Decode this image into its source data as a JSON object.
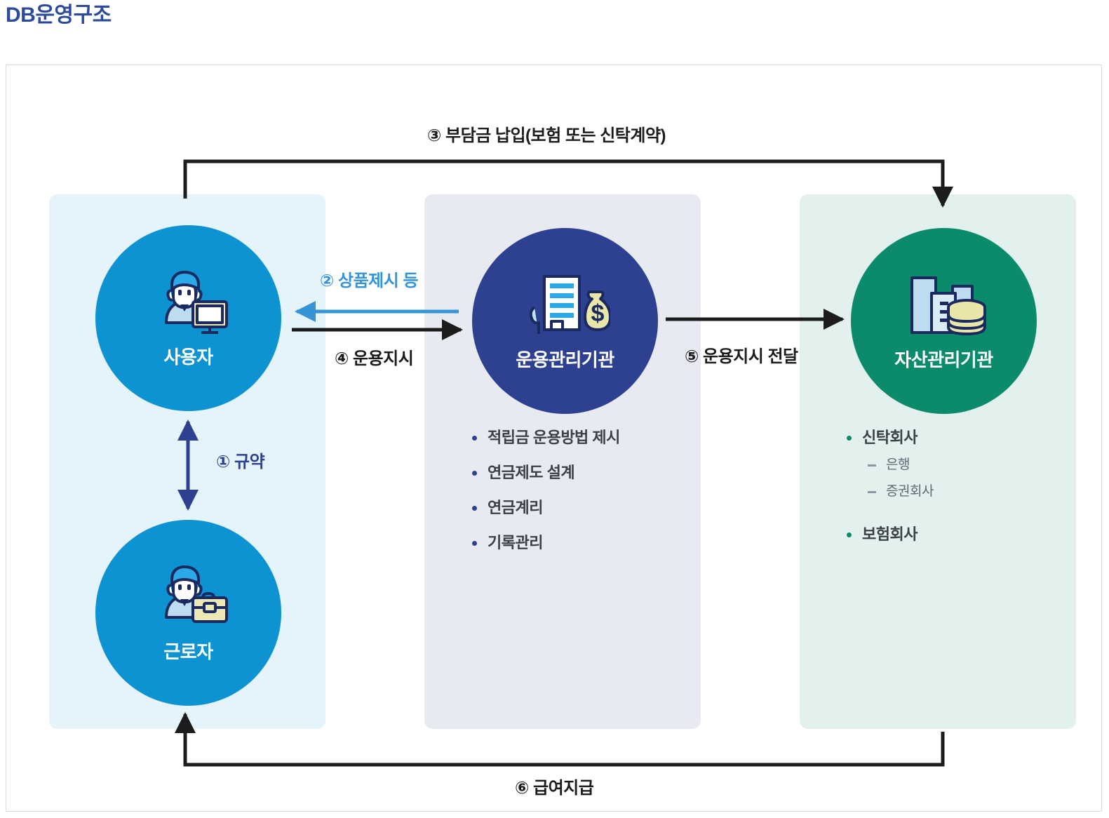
{
  "page": {
    "title": "DB운영구조"
  },
  "columns": [
    {
      "id": "employer",
      "panel_color": "#e5f3fa",
      "nodes": [
        {
          "name": "사용자",
          "icon": "person-monitor-icon",
          "color": "#0d93d2"
        },
        {
          "name": "근로자",
          "icon": "person-briefcase-icon",
          "color": "#0d93d2"
        }
      ],
      "items": []
    },
    {
      "id": "operator",
      "panel_color": "#e8eaf2",
      "nodes": [
        {
          "name": "운용관리기관",
          "icon": "building-moneybag-icon",
          "color": "#2e4191"
        }
      ],
      "items": [
        {
          "label": "적립금 운용방법 제시",
          "children": []
        },
        {
          "label": "연금제도 설계",
          "children": []
        },
        {
          "label": "연금계리",
          "children": []
        },
        {
          "label": "기록관리",
          "children": []
        }
      ]
    },
    {
      "id": "asset",
      "panel_color": "#e2f1ed",
      "nodes": [
        {
          "name": "자산관리기관",
          "icon": "buildings-coins-icon",
          "color": "#0b8a6c"
        }
      ],
      "items": [
        {
          "label": "신탁회사",
          "children": [
            "은행",
            "증권회사"
          ]
        },
        {
          "label": "보험회사",
          "children": []
        }
      ]
    }
  ],
  "flows": [
    {
      "step": "③",
      "label": "③ 부담금 납입(보험 또는 신탁계약)",
      "from": "사용자",
      "to": "자산관리기관",
      "color": "#1c1c1c",
      "direction": "one-way"
    },
    {
      "step": "②",
      "label": "② 상품제시 등",
      "from": "운용관리기관",
      "to": "사용자",
      "color": "#3494d6",
      "direction": "one-way"
    },
    {
      "step": "④",
      "label": "④ 운용지시",
      "from": "사용자",
      "to": "운용관리기관",
      "color": "#1c1c1c",
      "direction": "one-way"
    },
    {
      "step": "⑤",
      "label": "⑤ 운용지시 전달",
      "from": "운용관리기관",
      "to": "자산관리기관",
      "color": "#1c1c1c",
      "direction": "one-way"
    },
    {
      "step": "①",
      "label": "① 규약",
      "from": "사용자",
      "to": "근로자",
      "color": "#2e4191",
      "direction": "two-way"
    },
    {
      "step": "⑥",
      "label": "⑥ 급여지급",
      "from": "자산관리기관",
      "to": "근로자",
      "color": "#1c1c1c",
      "direction": "one-way"
    }
  ]
}
